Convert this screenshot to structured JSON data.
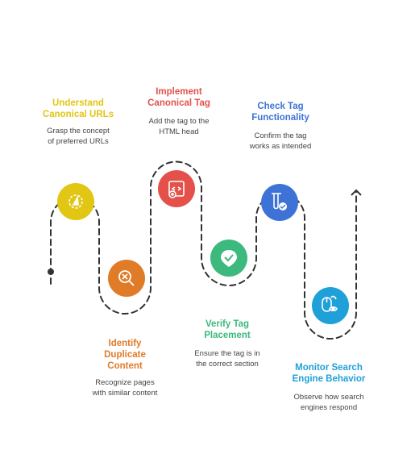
{
  "steps": [
    {
      "title": "Understand\nCanonical URLs",
      "desc": "Grasp the concept\nof preferred URLs",
      "color": "#e2c614",
      "icon": "compass-icon"
    },
    {
      "title": "Identify\nDuplicate\nContent",
      "desc": "Recognize pages\nwith similar content",
      "color": "#e07b28",
      "icon": "search-x-icon"
    },
    {
      "title": "Implement\nCanonical Tag",
      "desc": "Add the tag to the\nHTML head",
      "color": "#e3514a",
      "icon": "code-tag-icon"
    },
    {
      "title": "Verify Tag\nPlacement",
      "desc": "Ensure the tag is in\nthe correct section",
      "color": "#3cb97c",
      "icon": "check-badge-icon"
    },
    {
      "title": "Check Tag\nFunctionality",
      "desc": "Confirm the tag\nworks as intended",
      "color": "#3d73d6",
      "icon": "test-tube-check-icon"
    },
    {
      "title": "Monitor Search\nEngine Behavior",
      "desc": "Observe how search\nengines respond",
      "color": "#20a0d8",
      "icon": "mouse-eye-icon"
    }
  ],
  "colors": {
    "path": "#333333",
    "desc_text": "#444444"
  }
}
